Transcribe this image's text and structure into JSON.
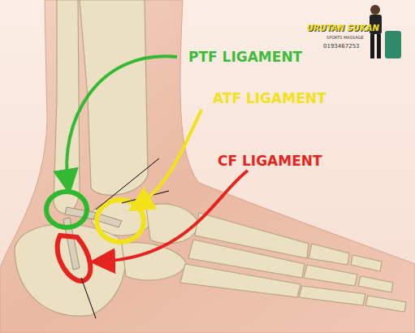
{
  "diagram": {
    "labels": [
      "PTF LIGAMENT",
      "ATF LIGAMENT",
      "CF LIGAMENT",
      "URUTAN SUKAN",
      "SPORTS MASSAGE",
      "0193467253"
    ]
  }
}
